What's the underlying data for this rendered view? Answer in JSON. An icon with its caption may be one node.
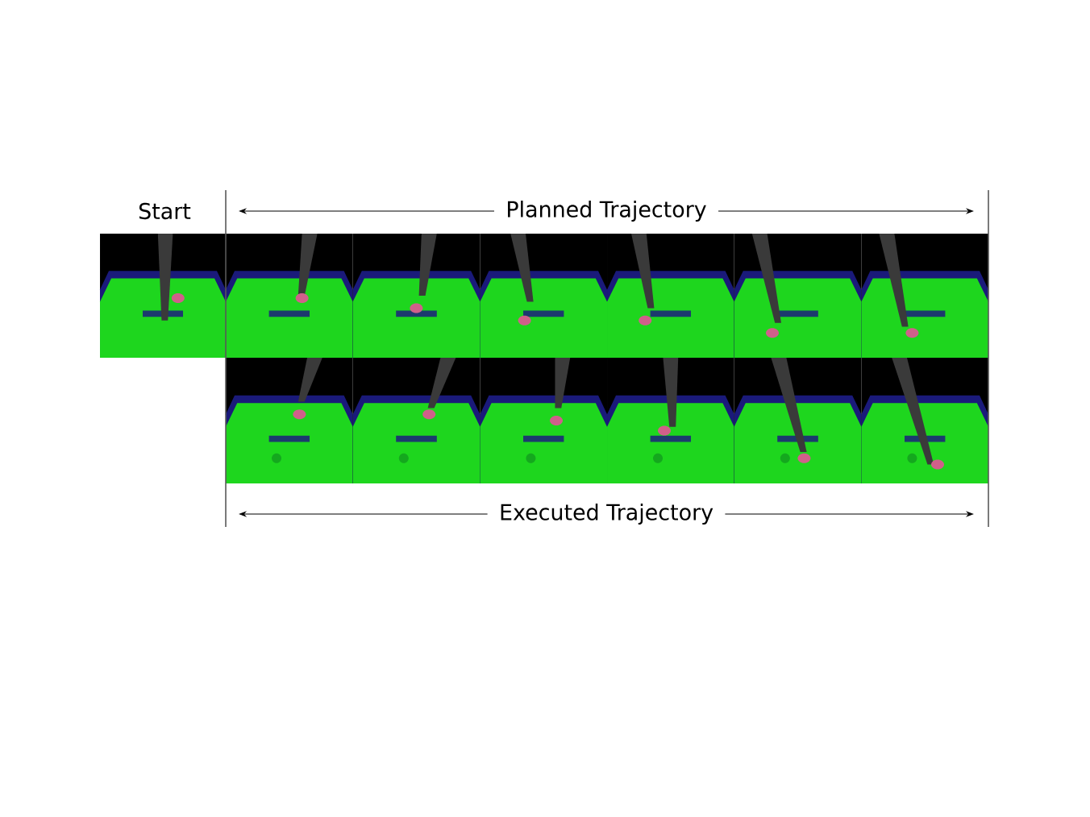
{
  "diagram": {
    "labels": [
      "Start",
      "Planned Trajectory",
      "Executed Trajectory"
    ]
  }
}
